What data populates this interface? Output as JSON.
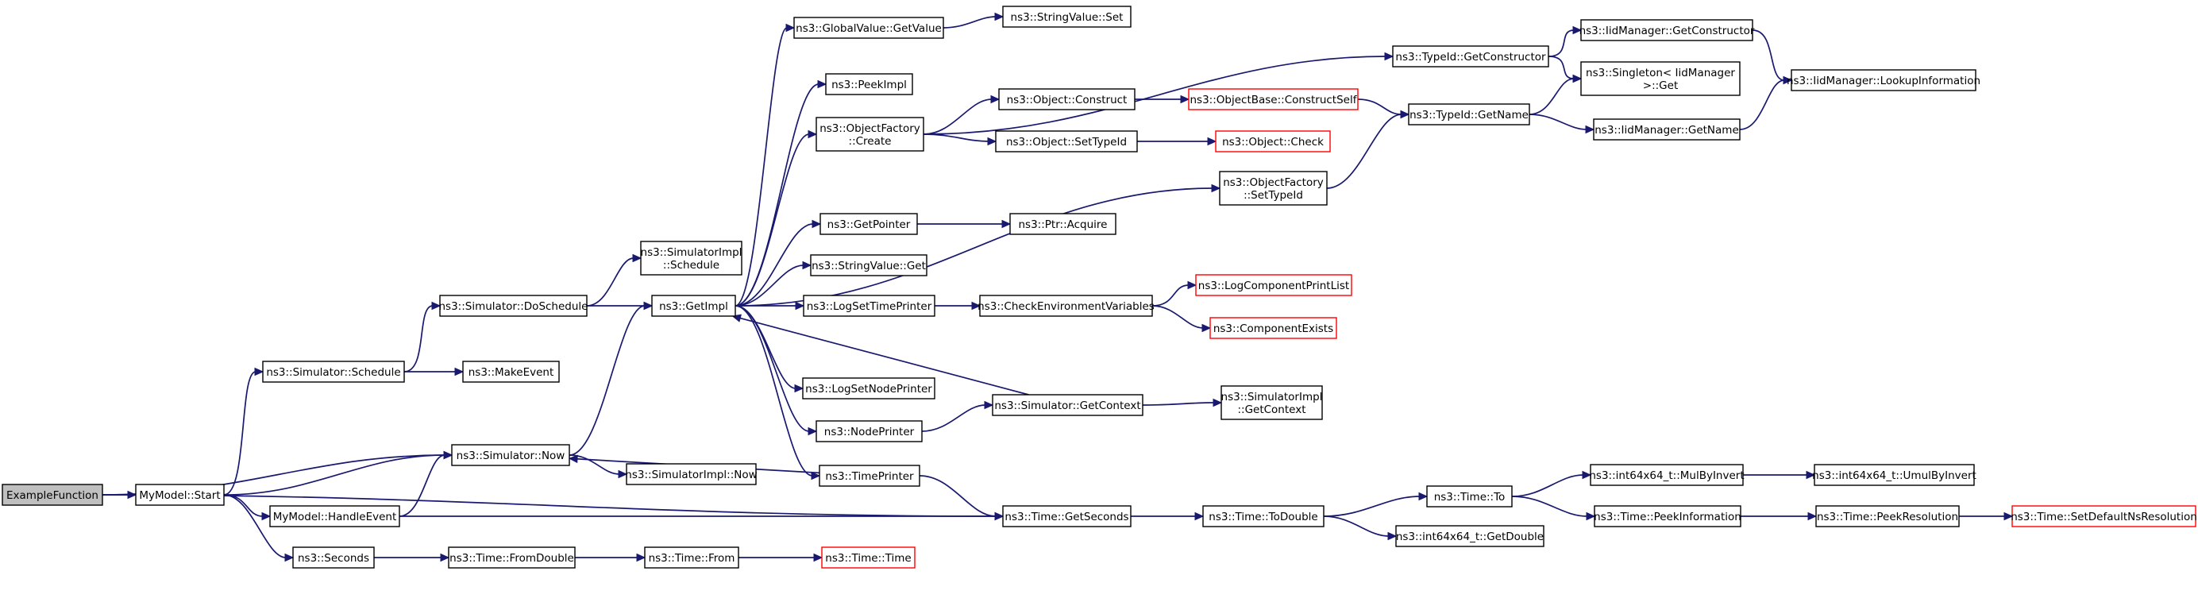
{
  "colors": {
    "edge": "#191970",
    "root_fill": "#bfbfbf",
    "missing_border": "#ff0000",
    "border": "#000000"
  },
  "nodes": {
    "examplefunction": {
      "label": [
        "ExampleFunction"
      ],
      "style": "root"
    },
    "mymodel-start": {
      "label": [
        "MyModel::Start"
      ]
    },
    "simulator-schedule": {
      "label": [
        "ns3::Simulator::Schedule"
      ]
    },
    "simulator-now": {
      "label": [
        "ns3::Simulator::Now"
      ]
    },
    "mymodel-handleevent": {
      "label": [
        "MyModel::HandleEvent"
      ]
    },
    "seconds": {
      "label": [
        "ns3::Seconds"
      ]
    },
    "time-getseconds": {
      "label": [
        "ns3::Time::GetSeconds"
      ]
    },
    "simulator-doschedule": {
      "label": [
        "ns3::Simulator::DoSchedule"
      ]
    },
    "makeevent": {
      "label": [
        "ns3::MakeEvent"
      ]
    },
    "simulatorimpl-schedule": {
      "label": [
        "ns3::SimulatorImpl",
        "::Schedule"
      ]
    },
    "getimpl": {
      "label": [
        "ns3::GetImpl"
      ]
    },
    "simulatorimpl-now": {
      "label": [
        "ns3::SimulatorImpl::Now"
      ]
    },
    "time-fromdouble": {
      "label": [
        "ns3::Time::FromDouble"
      ]
    },
    "time-from": {
      "label": [
        "ns3::Time::From"
      ]
    },
    "time-time": {
      "label": [
        "ns3::Time::Time"
      ],
      "style": "red"
    },
    "time-todouble": {
      "label": [
        "ns3::Time::ToDouble"
      ]
    },
    "globalvalue-getvalue": {
      "label": [
        "ns3::GlobalValue::GetValue"
      ]
    },
    "stringvalue-set": {
      "label": [
        "ns3::StringValue::Set"
      ]
    },
    "peekimpl": {
      "label": [
        "ns3::PeekImpl"
      ]
    },
    "objectfactory-create": {
      "label": [
        "ns3::ObjectFactory",
        "::Create"
      ]
    },
    "getpointer": {
      "label": [
        "ns3::GetPointer"
      ]
    },
    "stringvalue-get": {
      "label": [
        "ns3::StringValue::Get"
      ]
    },
    "logsettimeprinter": {
      "label": [
        "ns3::LogSetTimePrinter"
      ]
    },
    "logsetnodeprinter": {
      "label": [
        "ns3::LogSetNodePrinter"
      ]
    },
    "nodeprinter": {
      "label": [
        "ns3::NodePrinter"
      ]
    },
    "timeprinter": {
      "label": [
        "ns3::TimePrinter"
      ]
    },
    "object-construct": {
      "label": [
        "ns3::Object::Construct"
      ]
    },
    "object-settypeid": {
      "label": [
        "ns3::Object::SetTypeId"
      ]
    },
    "ptr-acquire": {
      "label": [
        "ns3::Ptr::Acquire"
      ]
    },
    "checkenvironmentvariables": {
      "label": [
        "ns3::CheckEnvironmentVariables"
      ]
    },
    "simulator-getcontext": {
      "label": [
        "ns3::Simulator::GetContext"
      ]
    },
    "objectbase-constructself": {
      "label": [
        "ns3::ObjectBase::ConstructSelf"
      ],
      "style": "red"
    },
    "object-check": {
      "label": [
        "ns3::Object::Check"
      ],
      "style": "red"
    },
    "objectfactory-settypeid": {
      "label": [
        "ns3::ObjectFactory",
        "::SetTypeId"
      ]
    },
    "logcomponentprintlist": {
      "label": [
        "ns3::LogComponentPrintList"
      ],
      "style": "red"
    },
    "componentexists": {
      "label": [
        "ns3::ComponentExists"
      ],
      "style": "red"
    },
    "simulatorimpl-getcontext": {
      "label": [
        "ns3::SimulatorImpl",
        "::GetContext"
      ]
    },
    "typeid-getconstructor": {
      "label": [
        "ns3::TypeId::GetConstructor"
      ]
    },
    "typeid-getname": {
      "label": [
        "ns3::TypeId::GetName"
      ]
    },
    "time-to": {
      "label": [
        "ns3::Time::To"
      ]
    },
    "int64x64-getdouble": {
      "label": [
        "ns3::int64x64_t::GetDouble"
      ]
    },
    "iidmanager-getconstructor": {
      "label": [
        "ns3::IidManager::GetConstructor"
      ]
    },
    "singleton-get": {
      "label": [
        "ns3::Singleton< IidManager",
        " >::Get"
      ]
    },
    "iidmanager-getname": {
      "label": [
        "ns3::IidManager::GetName"
      ]
    },
    "int64x64-mulbyinvert": {
      "label": [
        "ns3::int64x64_t::MulByInvert"
      ]
    },
    "time-peekinformation": {
      "label": [
        "ns3::Time::PeekInformation"
      ]
    },
    "iidmanager-lookupinformation": {
      "label": [
        "ns3::IidManager::LookupInformation"
      ]
    },
    "int64x64-umulbyinvert": {
      "label": [
        "ns3::int64x64_t::UmulByInvert"
      ]
    },
    "time-peekresolution": {
      "label": [
        "ns3::Time::PeekResolution"
      ]
    },
    "time-setdefaultnsresolution": {
      "label": [
        "ns3::Time::SetDefaultNsResolution"
      ],
      "style": "red"
    }
  },
  "edges": [
    [
      "examplefunction",
      "mymodel-start"
    ],
    [
      "examplefunction",
      "simulator-now"
    ],
    [
      "examplefunction",
      "time-getseconds"
    ],
    [
      "mymodel-start",
      "simulator-schedule"
    ],
    [
      "mymodel-start",
      "simulator-now"
    ],
    [
      "mymodel-start",
      "mymodel-handleevent"
    ],
    [
      "mymodel-start",
      "seconds"
    ],
    [
      "simulator-schedule",
      "simulator-doschedule"
    ],
    [
      "simulator-schedule",
      "makeevent"
    ],
    [
      "simulator-doschedule",
      "simulatorimpl-schedule"
    ],
    [
      "simulator-doschedule",
      "getimpl"
    ],
    [
      "simulator-now",
      "getimpl"
    ],
    [
      "simulator-now",
      "simulatorimpl-now"
    ],
    [
      "mymodel-handleevent",
      "simulator-now"
    ],
    [
      "mymodel-handleevent",
      "time-getseconds"
    ],
    [
      "seconds",
      "time-fromdouble"
    ],
    [
      "time-fromdouble",
      "time-from"
    ],
    [
      "time-from",
      "time-time"
    ],
    [
      "getimpl",
      "globalvalue-getvalue"
    ],
    [
      "getimpl",
      "peekimpl"
    ],
    [
      "getimpl",
      "objectfactory-create"
    ],
    [
      "getimpl",
      "objectfactory-settypeid"
    ],
    [
      "getimpl",
      "getpointer"
    ],
    [
      "getimpl",
      "stringvalue-get"
    ],
    [
      "getimpl",
      "logsettimeprinter"
    ],
    [
      "getimpl",
      "logsetnodeprinter"
    ],
    [
      "getimpl",
      "nodeprinter"
    ],
    [
      "getimpl",
      "timeprinter"
    ],
    [
      "globalvalue-getvalue",
      "stringvalue-set"
    ],
    [
      "objectfactory-create",
      "object-construct"
    ],
    [
      "objectfactory-create",
      "object-settypeid"
    ],
    [
      "objectfactory-create",
      "typeid-getconstructor"
    ],
    [
      "object-construct",
      "objectbase-constructself"
    ],
    [
      "object-settypeid",
      "object-check"
    ],
    [
      "objectbase-constructself",
      "typeid-getname"
    ],
    [
      "objectfactory-settypeid",
      "typeid-getname"
    ],
    [
      "getpointer",
      "ptr-acquire"
    ],
    [
      "logsettimeprinter",
      "checkenvironmentvariables"
    ],
    [
      "checkenvironmentvariables",
      "logcomponentprintlist"
    ],
    [
      "checkenvironmentvariables",
      "componentexists"
    ],
    [
      "nodeprinter",
      "simulator-getcontext"
    ],
    [
      "simulator-getcontext",
      "getimpl"
    ],
    [
      "simulator-getcontext",
      "simulatorimpl-getcontext"
    ],
    [
      "timeprinter",
      "simulator-now"
    ],
    [
      "timeprinter",
      "time-getseconds"
    ],
    [
      "time-getseconds",
      "time-todouble"
    ],
    [
      "time-todouble",
      "time-to"
    ],
    [
      "time-todouble",
      "int64x64-getdouble"
    ],
    [
      "time-to",
      "int64x64-mulbyinvert"
    ],
    [
      "time-to",
      "time-peekinformation"
    ],
    [
      "int64x64-mulbyinvert",
      "int64x64-umulbyinvert"
    ],
    [
      "time-peekinformation",
      "time-peekresolution"
    ],
    [
      "time-peekresolution",
      "time-setdefaultnsresolution"
    ],
    [
      "typeid-getconstructor",
      "iidmanager-getconstructor"
    ],
    [
      "typeid-getconstructor",
      "singleton-get"
    ],
    [
      "typeid-getname",
      "singleton-get"
    ],
    [
      "typeid-getname",
      "iidmanager-getname"
    ],
    [
      "iidmanager-getconstructor",
      "iidmanager-lookupinformation"
    ],
    [
      "iidmanager-getname",
      "iidmanager-lookupinformation"
    ]
  ]
}
